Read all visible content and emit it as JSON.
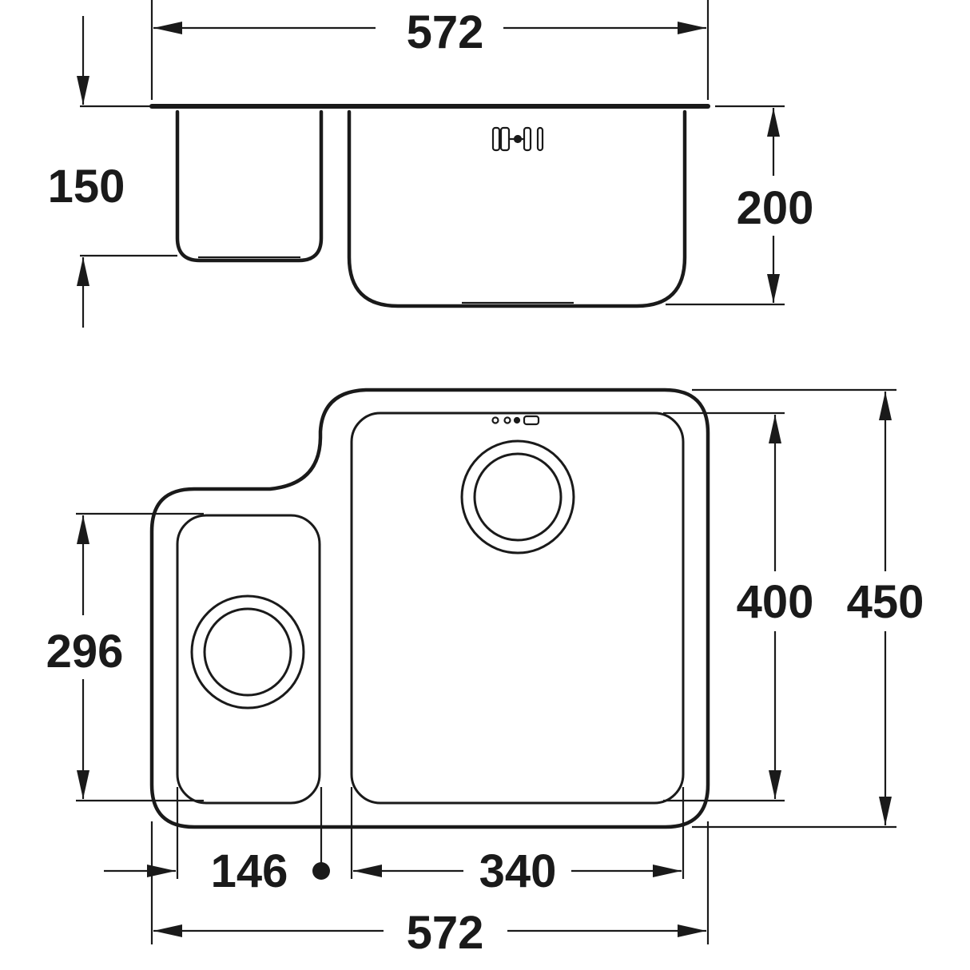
{
  "elevation_view": {
    "overall_width": "572",
    "small_bowl_depth": "150",
    "large_bowl_depth": "200"
  },
  "plan_view": {
    "large_bowl_length": "400",
    "overall_length": "450",
    "small_bowl_length": "296",
    "small_bowl_width": "146",
    "large_bowl_width": "340",
    "overall_width": "572"
  },
  "colors": {
    "line": "#1a1a1a",
    "background": "#ffffff"
  }
}
